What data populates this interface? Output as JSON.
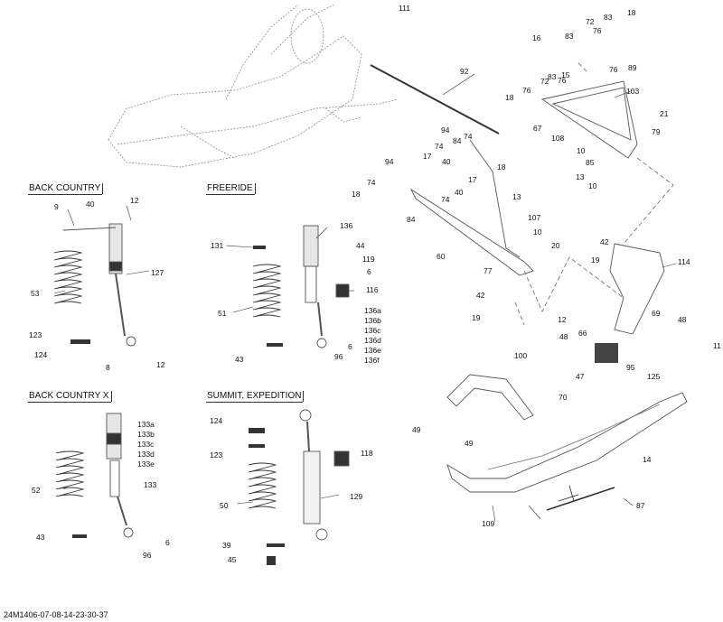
{
  "reference": "24M1406-07-08-14-23-30-37",
  "sections": {
    "back_country": "BACK COUNTRY",
    "freeride": "FREERIDE",
    "back_country_x": "BACK COUNTRY X",
    "summit": "SUMMIT, EXPEDITION"
  },
  "callouts": {
    "c111": "111",
    "c92": "92",
    "c16": "16",
    "c83a": "83",
    "c76a": "76",
    "c72a": "72",
    "c83b": "83",
    "c18a": "18",
    "c76b": "76",
    "c89": "89",
    "c72b": "72",
    "c76c": "76",
    "c83c": "83",
    "c15": "15",
    "c76d": "76",
    "c103": "103",
    "c18b": "18",
    "c21": "21",
    "c79": "79",
    "c67": "67",
    "c108": "108",
    "c10a": "10",
    "c85": "85",
    "c13a": "13",
    "c10b": "10",
    "c13b": "13",
    "c107": "107",
    "c10c": "10",
    "c94a": "94",
    "c74a": "74",
    "c84a": "84",
    "c74b": "74",
    "c18c": "18",
    "c17a": "17",
    "c40a": "40",
    "c17b": "17",
    "c94b": "94",
    "c74c": "74",
    "c74d": "74",
    "c40b": "40",
    "c18d": "18",
    "c84b": "84",
    "c20": "20",
    "c60": "60",
    "c77": "77",
    "c42a": "42",
    "c19a": "19",
    "c42b": "42",
    "c19b": "19",
    "c114": "114",
    "c12a": "12",
    "c48a": "48",
    "c66": "66",
    "c69": "69",
    "c48b": "48",
    "c11": "11",
    "c95": "95",
    "c125": "125",
    "c47": "47",
    "c100": "100",
    "c70": "70",
    "c49a": "49",
    "c49b": "49",
    "c14": "14",
    "c87": "87",
    "c109": "109",
    "c9": "9",
    "c40c": "40",
    "c12b": "12",
    "c53": "53",
    "c127": "127",
    "c123a": "123",
    "c124a": "124",
    "c8": "8",
    "c12c": "12",
    "c131": "131",
    "c136": "136",
    "c44": "44",
    "c119": "119",
    "c6a": "6",
    "c116": "116",
    "c51": "51",
    "c136a": "136a",
    "c136b": "136b",
    "c136c": "136c",
    "c136d": "136d",
    "c136e": "136e",
    "c136f": "136f",
    "c96a": "96",
    "c6b": "6",
    "c43a": "43",
    "c133a": "133a",
    "c133b": "133b",
    "c133c": "133c",
    "c133d": "133d",
    "c133e": "133e",
    "c52": "52",
    "c133": "133",
    "c43b": "43",
    "c6c": "6",
    "c96b": "96",
    "c124b": "124",
    "c123b": "123",
    "c118": "118",
    "c50": "50",
    "c129": "129",
    "c39": "39",
    "c45": "45"
  }
}
